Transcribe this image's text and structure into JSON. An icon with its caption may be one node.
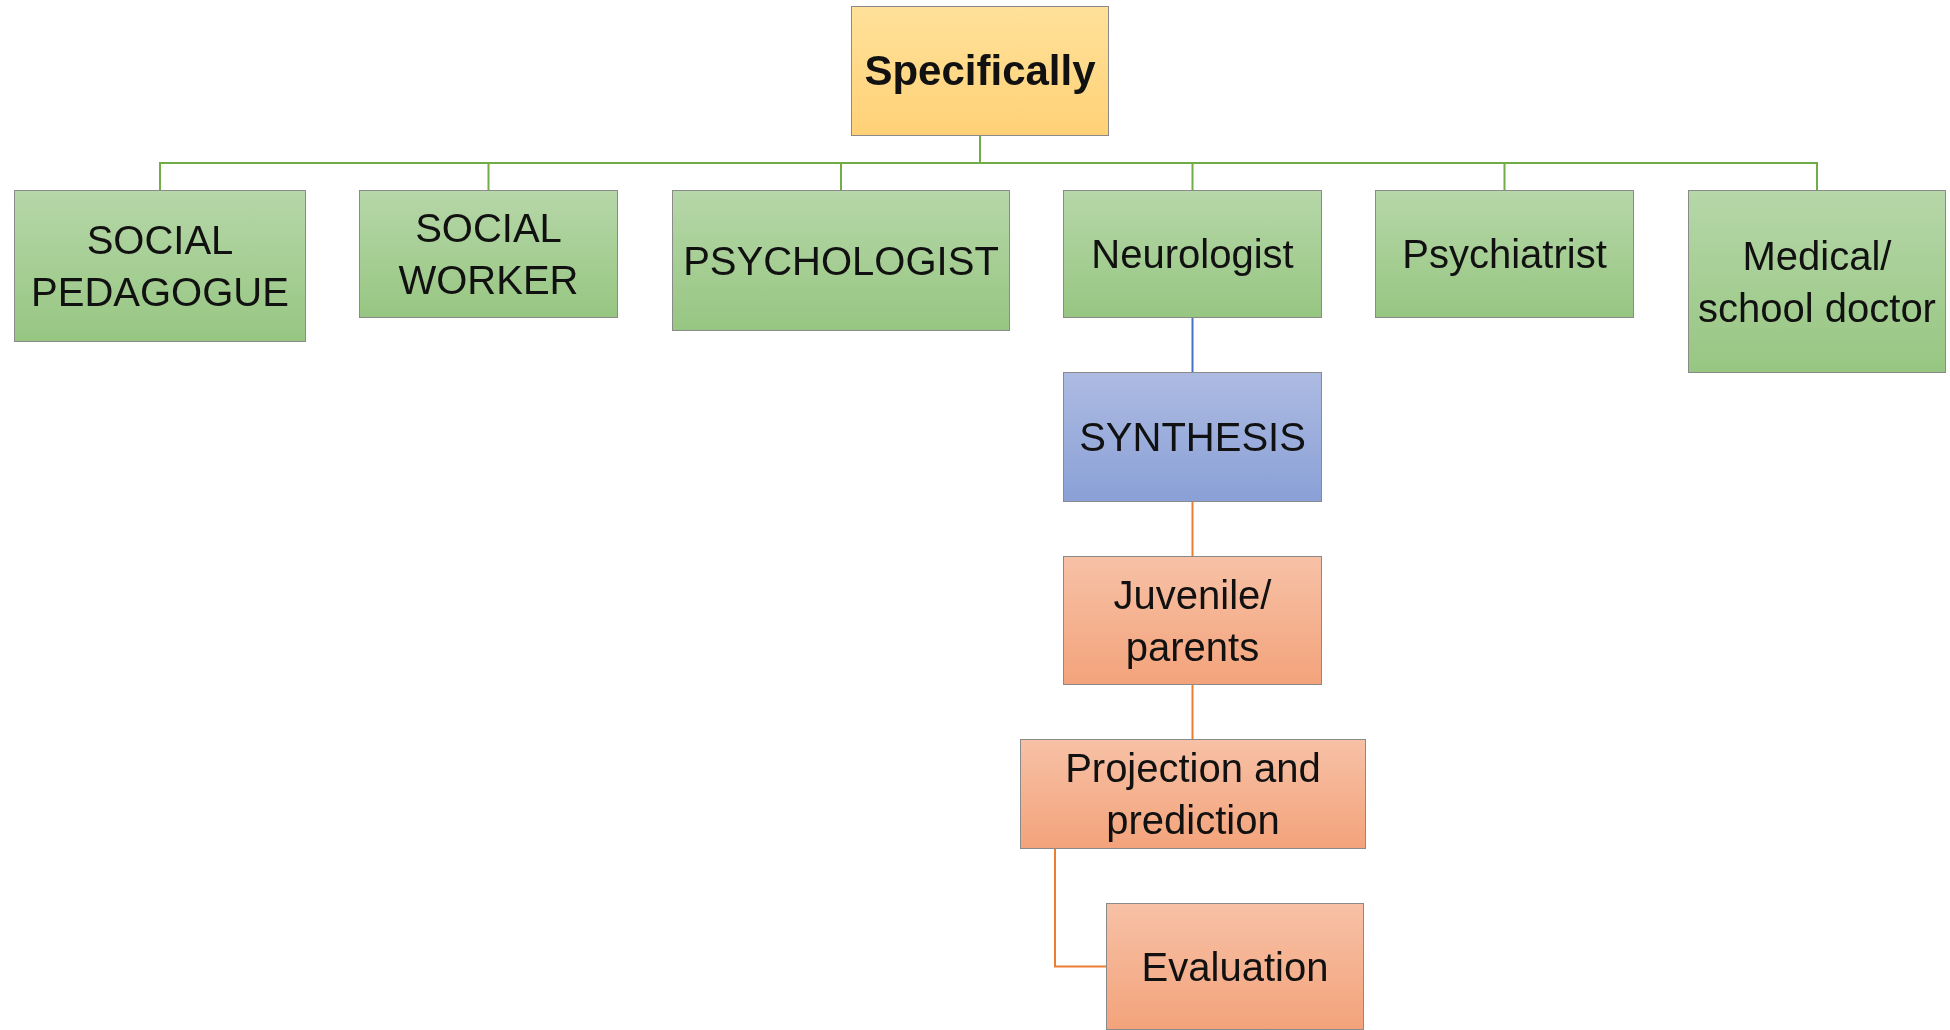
{
  "diagram": {
    "nodes": [
      {
        "text": [
          "Specifically"
        ]
      },
      {
        "text": [
          "SOCIAL PEDAGOGUE"
        ]
      },
      {
        "text": [
          "SOCIAL WORKER"
        ]
      },
      {
        "text": [
          "PSYCHOLOGIST"
        ]
      },
      {
        "text": [
          "Neurologist"
        ]
      },
      {
        "text": [
          "Psychiatrist"
        ]
      },
      {
        "text": [
          "Medical/ school doctor"
        ]
      },
      {
        "text": [
          "SYNTHESIS"
        ]
      },
      {
        "text": [
          "Juvenile/ parents"
        ]
      },
      {
        "text": [
          "Projection and prediction"
        ]
      },
      {
        "text": [
          "Evaluation"
        ]
      }
    ],
    "edges": [
      {
        "from": 0,
        "to": 1,
        "arrow": "none"
      },
      {
        "from": 0,
        "to": 2,
        "arrow": "none"
      },
      {
        "from": 0,
        "to": 3,
        "arrow": "none"
      },
      {
        "from": 0,
        "to": 4,
        "arrow": "none"
      },
      {
        "from": 0,
        "to": 5,
        "arrow": "none"
      },
      {
        "from": 0,
        "to": 6,
        "arrow": "none"
      },
      {
        "from": 4,
        "to": 7,
        "arrow": "none",
        "color": "#4472c4"
      },
      {
        "from": 7,
        "to": 8,
        "arrow": "none",
        "color": "#ed7d31"
      },
      {
        "from": 8,
        "to": 9,
        "arrow": "none",
        "color": "#ed7d31"
      },
      {
        "from": 9,
        "to": 10,
        "arrow": "none",
        "color": "#ed7d31"
      }
    ]
  }
}
